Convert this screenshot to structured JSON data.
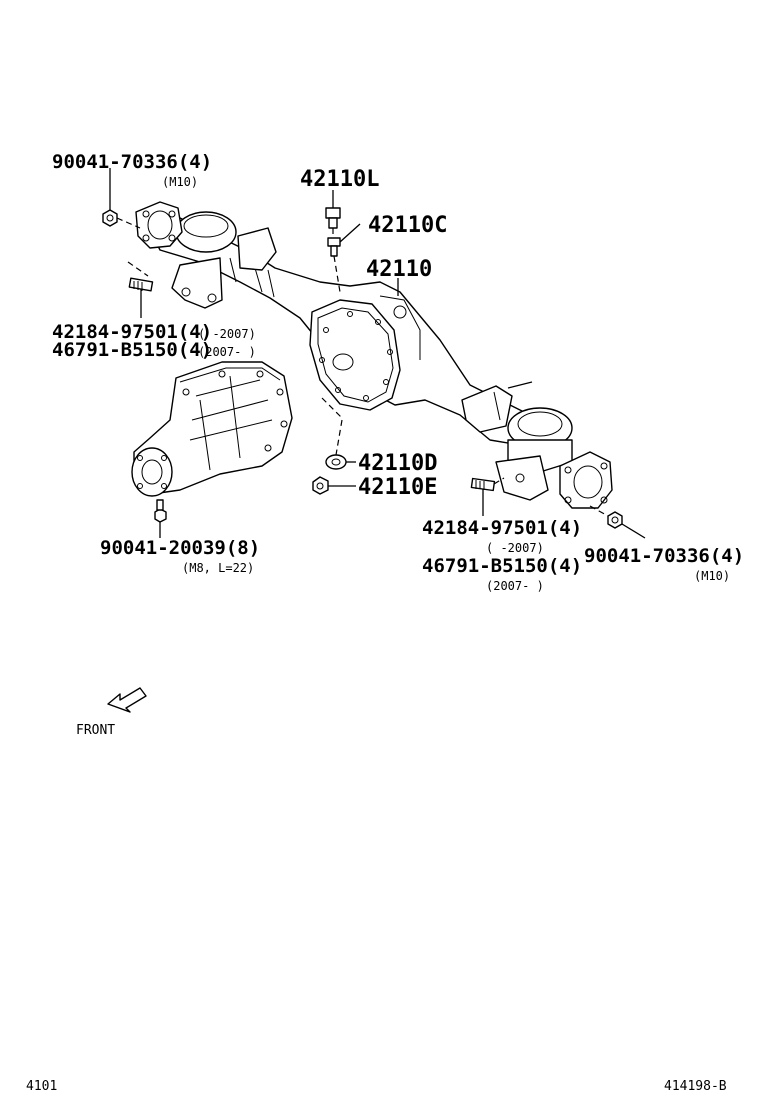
{
  "callouts": {
    "nut_top_left": {
      "part": "90041-70336(4)",
      "spec": "(M10)"
    },
    "plug_top": {
      "part": "42110L"
    },
    "breather": {
      "part": "42110C"
    },
    "housing": {
      "part": "42110"
    },
    "stud_left": {
      "part": "42184-97501(4)",
      "years": "(      -2007)"
    },
    "stud_left_alt": {
      "part": "46791-B5150(4)",
      "years": "(2007-      )"
    },
    "gasket": {
      "part": "42110D"
    },
    "drain_plug": {
      "part": "42110E"
    },
    "bolt_carrier": {
      "part": "90041-20039(8)",
      "spec": "(M8, L=22)"
    },
    "stud_right": {
      "part": "42184-97501(4)",
      "years": "(      -2007)"
    },
    "stud_right_alt": {
      "part": "46791-B5150(4)",
      "years": "(2007-      )"
    },
    "nut_right": {
      "part": "90041-70336(4)",
      "spec": "(M10)"
    }
  },
  "direction": {
    "label": "FRONT"
  },
  "footer": {
    "page": "4101",
    "figure_id": "414198-B"
  }
}
